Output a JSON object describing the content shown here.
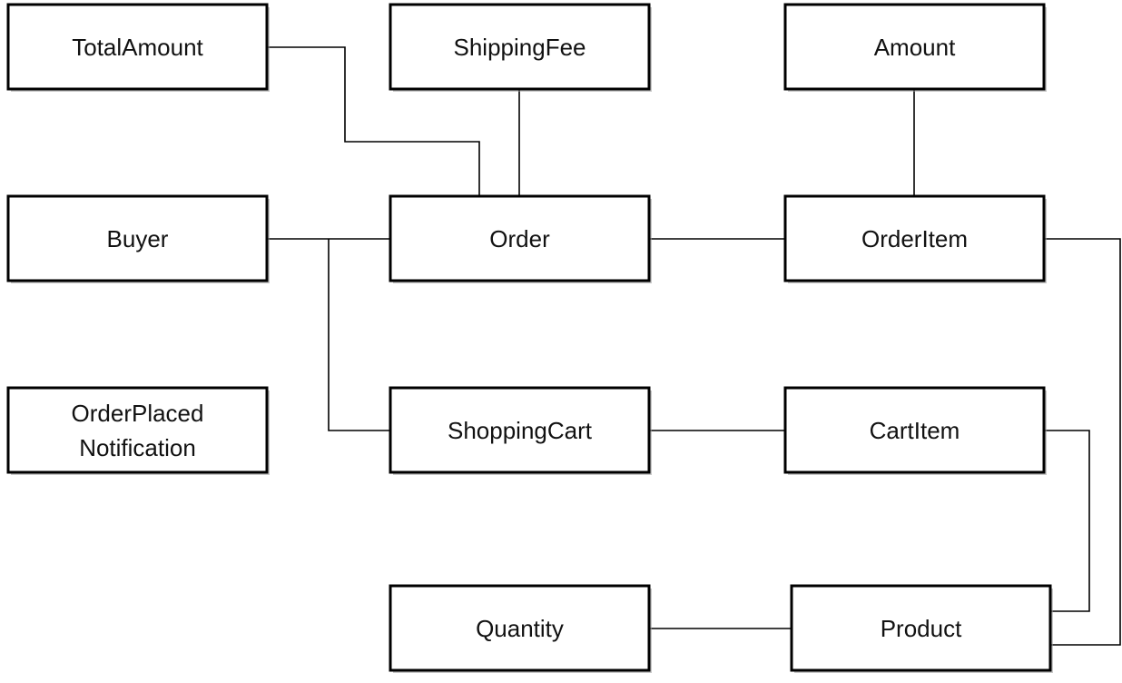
{
  "diagram": {
    "nodes": {
      "total_amount": {
        "label": "TotalAmount"
      },
      "shipping_fee": {
        "label": "ShippingFee"
      },
      "amount": {
        "label": "Amount"
      },
      "buyer": {
        "label": "Buyer"
      },
      "order": {
        "label": "Order"
      },
      "order_item": {
        "label": "OrderItem"
      },
      "order_placed_notification": {
        "label_line1": "OrderPlaced",
        "label_line2": "Notification"
      },
      "shopping_cart": {
        "label": "ShoppingCart"
      },
      "cart_item": {
        "label": "CartItem"
      },
      "quantity": {
        "label": "Quantity"
      },
      "product": {
        "label": "Product"
      }
    },
    "connections": [
      {
        "from": "total_amount",
        "to": "order"
      },
      {
        "from": "shipping_fee",
        "to": "order"
      },
      {
        "from": "amount",
        "to": "order_item"
      },
      {
        "from": "buyer",
        "to": "order"
      },
      {
        "from": "buyer",
        "to": "shopping_cart"
      },
      {
        "from": "order",
        "to": "order_item"
      },
      {
        "from": "shopping_cart",
        "to": "cart_item"
      },
      {
        "from": "order_item",
        "to": "product"
      },
      {
        "from": "cart_item",
        "to": "product"
      },
      {
        "from": "quantity",
        "to": "product"
      }
    ]
  }
}
